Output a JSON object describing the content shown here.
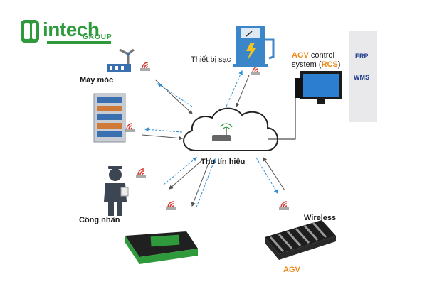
{
  "logo": {
    "brand": "intech",
    "sub": "GROUP"
  },
  "nodes": {
    "machine": "Máy móc",
    "charger": "Thiết bị sạc",
    "control_prefix": "AGV",
    "control_mid": " control",
    "control_line2_prefix": "system (",
    "control_acronym": "RCS",
    "control_line2_suffix": ")",
    "cloud": "Thu tín hiệu",
    "worker": "Công nhân",
    "wireless": "Wireless",
    "agv": "AGV"
  },
  "side_panel": {
    "erp": "ERP",
    "wms": "WMS"
  },
  "colors": {
    "brand_green": "#2e9a3c",
    "accent_orange": "#f08a1c",
    "arrow_blue": "#2f8fd6",
    "arrow_gray": "#555555",
    "signal_red": "#d9352b"
  },
  "icons": [
    "machine-arm-icon",
    "server-rack-icon",
    "worker-icon",
    "agv-pad-icon",
    "fuel-charger-icon",
    "computer-icon",
    "router-icon",
    "agv-conveyor-icon",
    "signal-icon",
    "monitor-phone-icon"
  ]
}
